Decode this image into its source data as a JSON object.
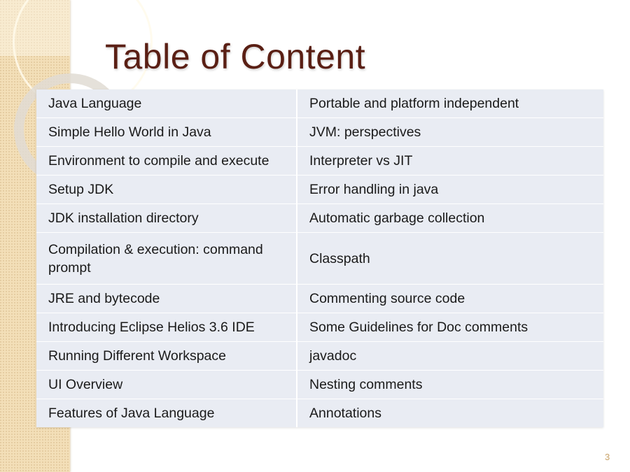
{
  "slide": {
    "title": "Table of Content",
    "page_number": "3",
    "colors": {
      "title": "#5a1f14",
      "sidebar": "#f3dfb8",
      "table_cell": "#e9ecf3",
      "page_number": "#c9a36a"
    }
  },
  "toc": {
    "rows": [
      {
        "left": "Java Language",
        "right": "Portable and platform independent"
      },
      {
        "left": "Simple Hello World in Java",
        "right": "JVM: perspectives"
      },
      {
        "left": "Environment to compile and execute",
        "right": "Interpreter vs JIT"
      },
      {
        "left": "Setup JDK",
        "right": "Error handling in java"
      },
      {
        "left": "JDK installation directory",
        "right": "Automatic garbage collection"
      },
      {
        "left": "Compilation & execution: command prompt",
        "right": "Classpath"
      },
      {
        "left": "JRE and bytecode",
        "right": "Commenting source code"
      },
      {
        "left": "Introducing Eclipse Helios 3.6 IDE",
        "right": "Some Guidelines for Doc comments"
      },
      {
        "left": "Running Different Workspace",
        "right": "javadoc"
      },
      {
        "left": "UI Overview",
        "right": "Nesting comments"
      },
      {
        "left": "Features of Java Language",
        "right": "Annotations"
      }
    ]
  }
}
